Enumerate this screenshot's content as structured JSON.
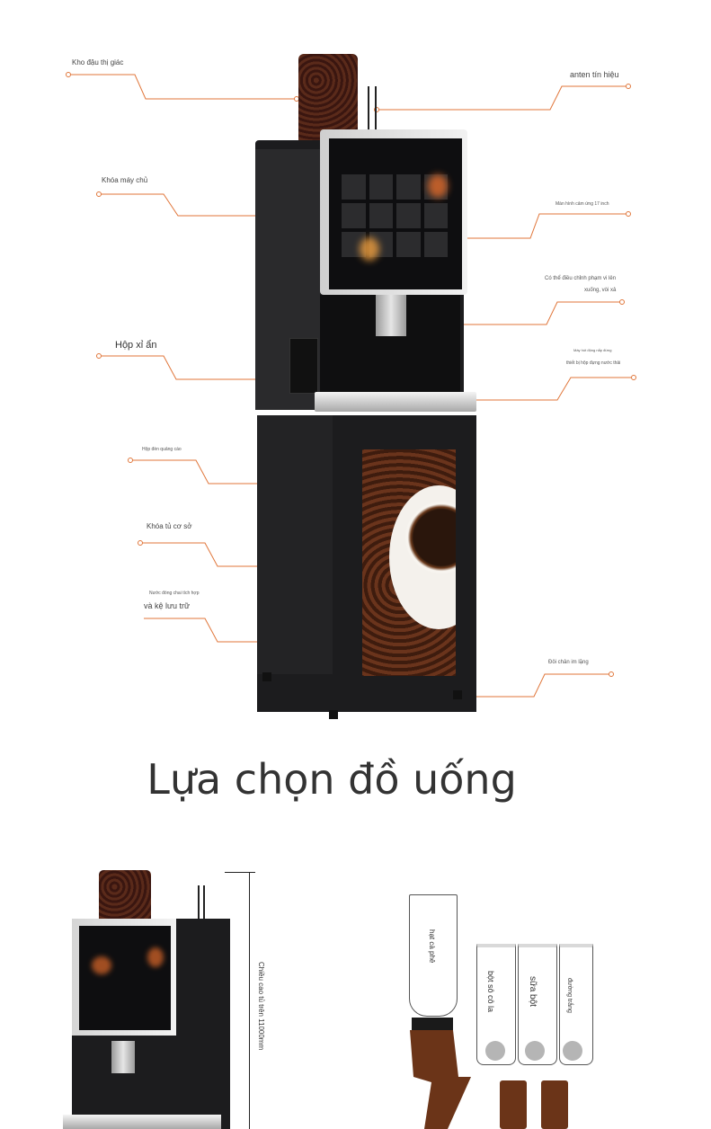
{
  "labels": {
    "bean_hopper": "Kho đậu thị giác",
    "antenna": "anten tín hiệu",
    "main_lock": "Khóa máy chủ",
    "touchscreen": "Màn hình cảm ứng 17 inch",
    "adjust_line1": "Có thể điều chỉnh phạm vi lên",
    "adjust_line2": "xuống, vòi xả",
    "hidden_box": "Hộp xỉ ẩn",
    "drip_line1": "Máy hút động nắp đứng",
    "drip_line2": "thiết bị hộp đựng nước thải",
    "ad_box": "Hộp đèn quảng cáo",
    "base_lock": "Khóa tủ cơ sở",
    "storage_line1": "Nước đóng chai tích hợp",
    "storage_line2": "và kệ lưu trữ",
    "silent_feet": "Đôi chân im lặng"
  },
  "heading": "Lựa chọn đồ uống",
  "dimension_label": "Chiều cao tủ trên 11000mm",
  "canisters": {
    "beans": "hạt cà phê",
    "cocoa": "bột sô cô la",
    "milk": "sữa bột",
    "sugar": "đường trắng"
  },
  "colors": {
    "accent": "#e0763a",
    "machine": "#1c1c1e",
    "screen": "#0e0e10",
    "coffee": "#7a3a16"
  }
}
